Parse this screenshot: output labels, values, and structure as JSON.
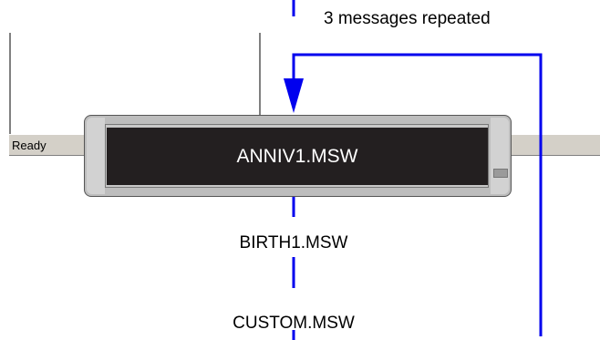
{
  "status_bar": {
    "text": "Ready"
  },
  "sign": {
    "message": "ANNIV1.MSW"
  },
  "flow": {
    "repeat_label": "3 messages repeated",
    "next_messages": [
      "BIRTH1.MSW",
      "CUSTOM.MSW"
    ]
  },
  "colors": {
    "flow_line": "#0000ee",
    "display_bg": "#231f20",
    "display_text": "#ffffff",
    "status_bar_bg": "#d4d0c8"
  }
}
